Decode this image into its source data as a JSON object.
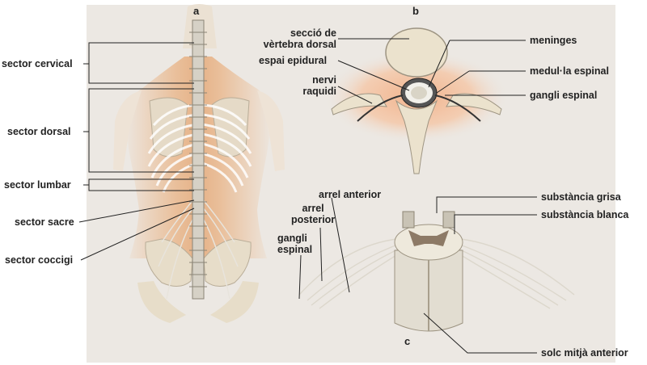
{
  "panels": {
    "a": "a",
    "b": "b",
    "c": "c"
  },
  "labels_left": {
    "cervical": "sector cervical",
    "dorsal": "sector dorsal",
    "lumbar": "sector lumbar",
    "sacre": "sector sacre",
    "coccigi": "sector coccigi"
  },
  "labels_b": {
    "seccio_line1": "secció de",
    "seccio_line2": "vèrtebra dorsal",
    "epidural": "espai epidural",
    "nervi_line1": "nervi",
    "nervi_line2": "raquidi",
    "meninges": "meninges",
    "medula": "medul·la espinal",
    "gangli": "gangli espinal"
  },
  "labels_c": {
    "arrel_anterior": "arrel anterior",
    "arrel_posterior_line1": "arrel",
    "arrel_posterior_line2": "posterior",
    "gangli_line1": "gangli",
    "gangli_line2": "espinal",
    "substancia_grisa": "substància grisa",
    "substancia_blanca": "substància blanca",
    "solc": "solc mitjà anterior"
  },
  "colors": {
    "background": "#ffffff",
    "panel_bg": "#ece8e3",
    "bone": "#ebe2cd",
    "flesh": "#e2a97c",
    "nerve": "#d8d4c8",
    "leader": "#222222"
  }
}
